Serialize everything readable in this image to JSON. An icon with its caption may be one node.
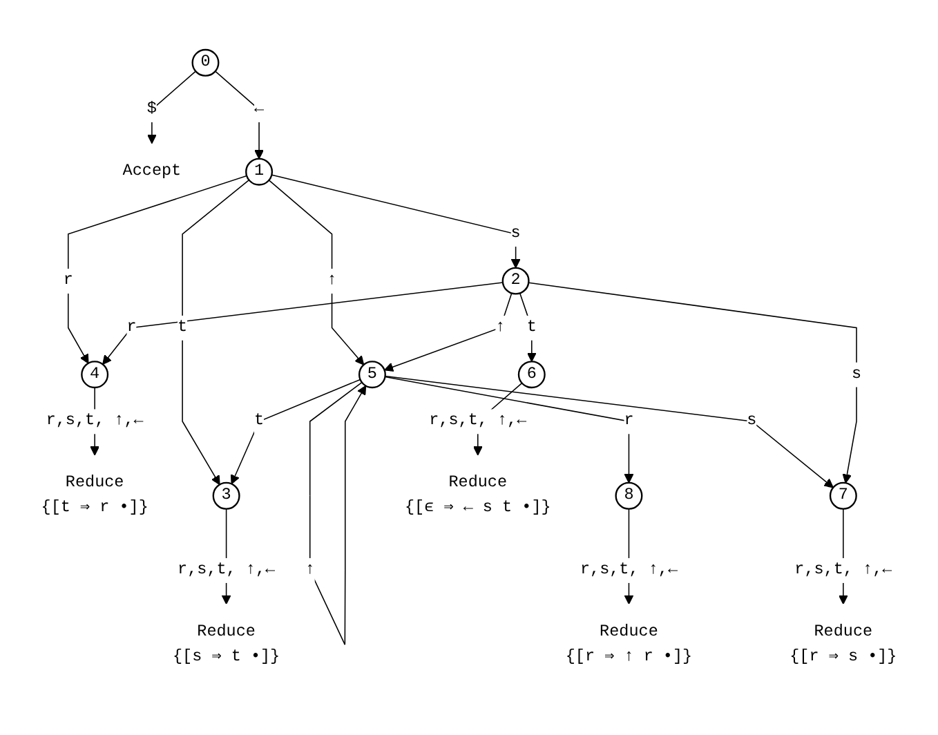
{
  "diagram": {
    "nodes": [
      {
        "text": [
          "0"
        ]
      },
      {
        "text": [
          "Accept"
        ]
      },
      {
        "text": [
          "1"
        ]
      },
      {
        "text": [
          "4"
        ]
      },
      {
        "text": [
          "Reduce",
          "{[t ⇒ r •]}"
        ]
      },
      {
        "text": [
          "3"
        ]
      },
      {
        "text": [
          "5"
        ]
      },
      {
        "text": [
          "2"
        ]
      },
      {
        "text": [
          "Reduce",
          "{[s ⇒ t •]}"
        ]
      },
      {
        "text": [
          "8"
        ]
      },
      {
        "text": [
          "7"
        ]
      },
      {
        "text": [
          "6"
        ]
      },
      {
        "text": [
          "Reduce",
          "{[r ⇒ ↑ r •]}"
        ]
      },
      {
        "text": [
          "Reduce",
          "{[r ⇒ s •]}"
        ]
      },
      {
        "text": [
          "Reduce",
          "{[ϵ ⇒ ← s t •]}"
        ]
      }
    ],
    "edges": [
      {
        "from": 0,
        "to": 1,
        "arrow": "to",
        "label": "$"
      },
      {
        "from": 0,
        "to": 2,
        "arrow": "to",
        "label": "←"
      },
      {
        "from": 2,
        "to": 3,
        "arrow": "to",
        "label": "r"
      },
      {
        "from": 3,
        "to": 4,
        "arrow": "to",
        "label": "r,s,t, ↑,←"
      },
      {
        "from": 2,
        "to": 5,
        "arrow": "to",
        "label": "t"
      },
      {
        "from": 2,
        "to": 6,
        "arrow": "to",
        "label": "↑"
      },
      {
        "from": 2,
        "to": 7,
        "arrow": "to",
        "label": "s"
      },
      {
        "from": 7,
        "to": 3,
        "arrow": "to",
        "label": "r"
      },
      {
        "from": 6,
        "to": 5,
        "arrow": "to",
        "label": "t"
      },
      {
        "from": 6,
        "to": 6,
        "arrow": "to",
        "label": "↑"
      },
      {
        "from": 7,
        "to": 6,
        "arrow": "to",
        "label": "↑"
      },
      {
        "from": 5,
        "to": 8,
        "arrow": "to",
        "label": "r,s,t, ↑,←"
      },
      {
        "from": 6,
        "to": 9,
        "arrow": "to",
        "label": "r"
      },
      {
        "from": 6,
        "to": 10,
        "arrow": "to",
        "label": "s"
      },
      {
        "from": 7,
        "to": 10,
        "arrow": "to",
        "label": "s"
      },
      {
        "from": 7,
        "to": 11,
        "arrow": "to",
        "label": "t"
      },
      {
        "from": 9,
        "to": 12,
        "arrow": "to",
        "label": "r,s,t, ↑,←"
      },
      {
        "from": 10,
        "to": 13,
        "arrow": "to",
        "label": "r,s,t, ↑,←"
      },
      {
        "from": 11,
        "to": 14,
        "arrow": "to",
        "label": "r,s,t, ↑,←"
      }
    ]
  }
}
